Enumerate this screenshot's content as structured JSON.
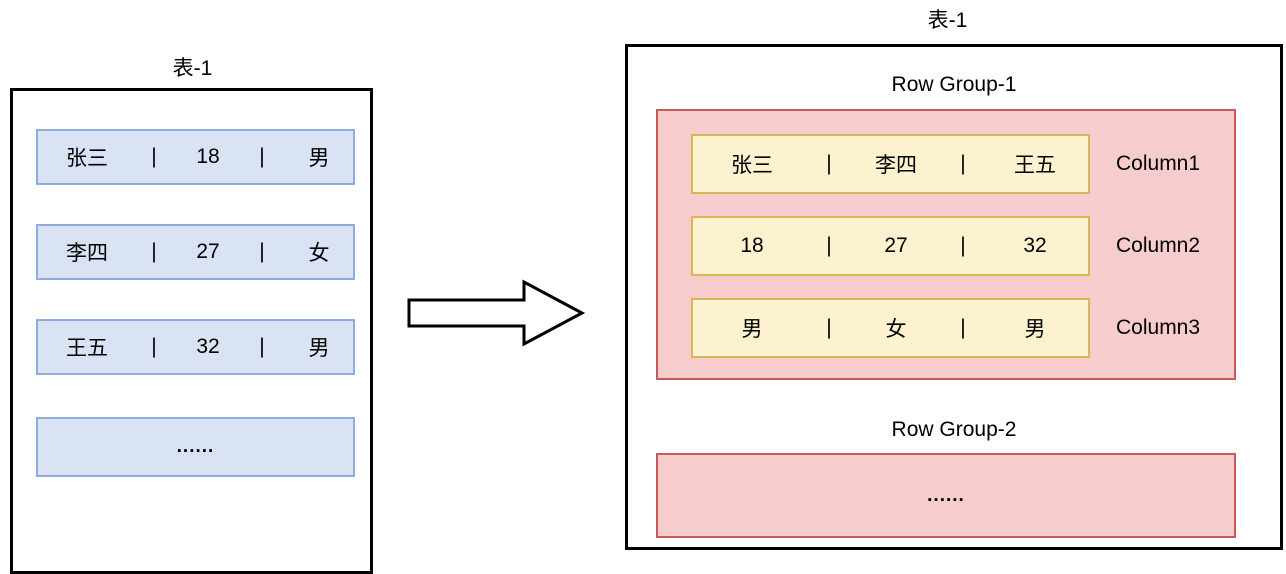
{
  "left": {
    "title": "表-1",
    "rows": [
      {
        "name": "张三",
        "sep1": "|",
        "age": "18",
        "sep2": "|",
        "sex": "男"
      },
      {
        "name": "李四",
        "sep1": "|",
        "age": "27",
        "sep2": "|",
        "sex": "女"
      },
      {
        "name": "王五",
        "sep1": "|",
        "age": "32",
        "sep2": "|",
        "sex": "男"
      }
    ],
    "ellipsis_row": "......"
  },
  "arrow": {
    "icon": "right-arrow-icon",
    "direction": "right"
  },
  "right": {
    "title": "表-1",
    "groups": [
      {
        "label": "Row Group-1",
        "columns": [
          {
            "v1": "张三",
            "sep1": "|",
            "v2": "李四",
            "sep2": "|",
            "v3": "王五",
            "label": "Column1"
          },
          {
            "v1": "18",
            "sep1": "|",
            "v2": "27",
            "sep2": "|",
            "v3": "32",
            "label": "Column2"
          },
          {
            "v1": "男",
            "sep1": "|",
            "v2": "女",
            "sep2": "|",
            "v3": "男",
            "label": "Column3"
          }
        ]
      },
      {
        "label": "Row Group-2",
        "ellipsis": "......"
      }
    ]
  },
  "colors": {
    "blue_fill": "#dae3f3",
    "blue_border": "#8faadc",
    "pink_fill": "#f7cccc",
    "pink_border": "#c55a5a",
    "yellow_fill": "#fdf2cf",
    "yellow_border": "#d6b656",
    "outline": "#000000",
    "background": "#ffffff"
  }
}
